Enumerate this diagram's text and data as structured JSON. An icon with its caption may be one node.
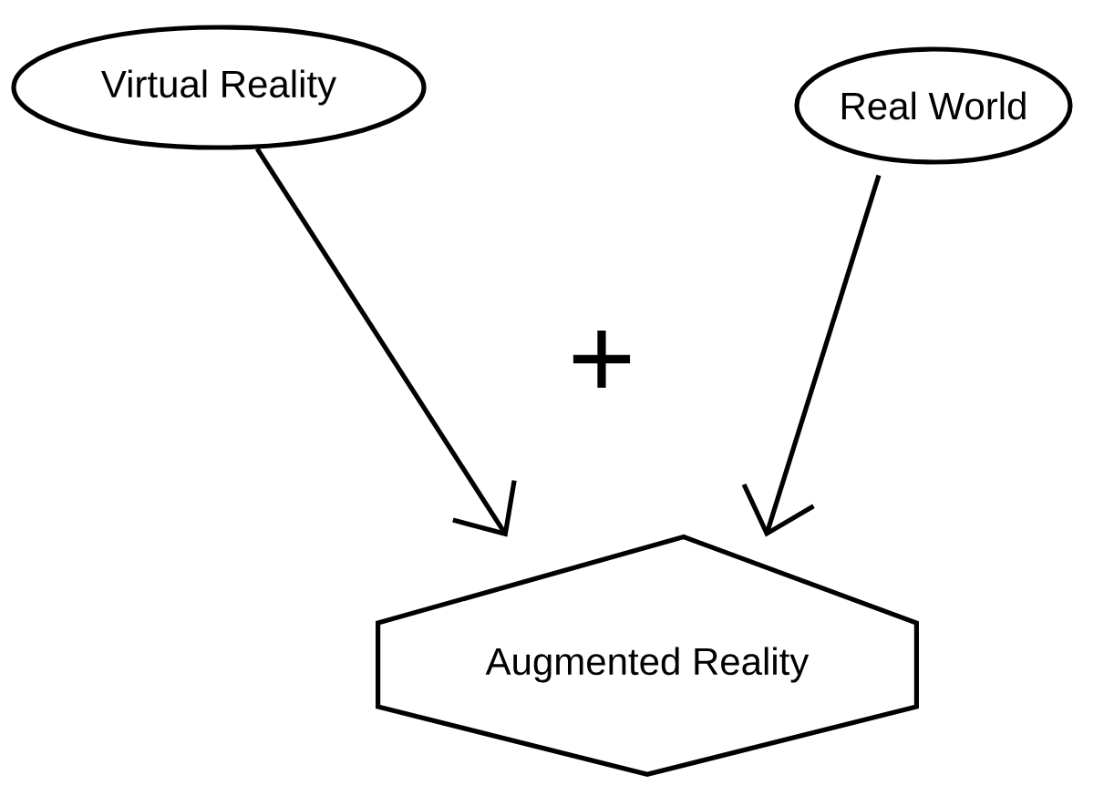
{
  "diagram": {
    "nodes": [
      {
        "text": [
          "Virtual Reality"
        ]
      },
      {
        "text": [
          "Real World"
        ]
      },
      {
        "text": [
          "Augmented Reality"
        ]
      }
    ],
    "edges": [
      {
        "from": 0,
        "to": 2,
        "arrow": "to"
      },
      {
        "from": 1,
        "to": 2,
        "arrow": "to"
      }
    ],
    "labels": [
      "+"
    ]
  }
}
